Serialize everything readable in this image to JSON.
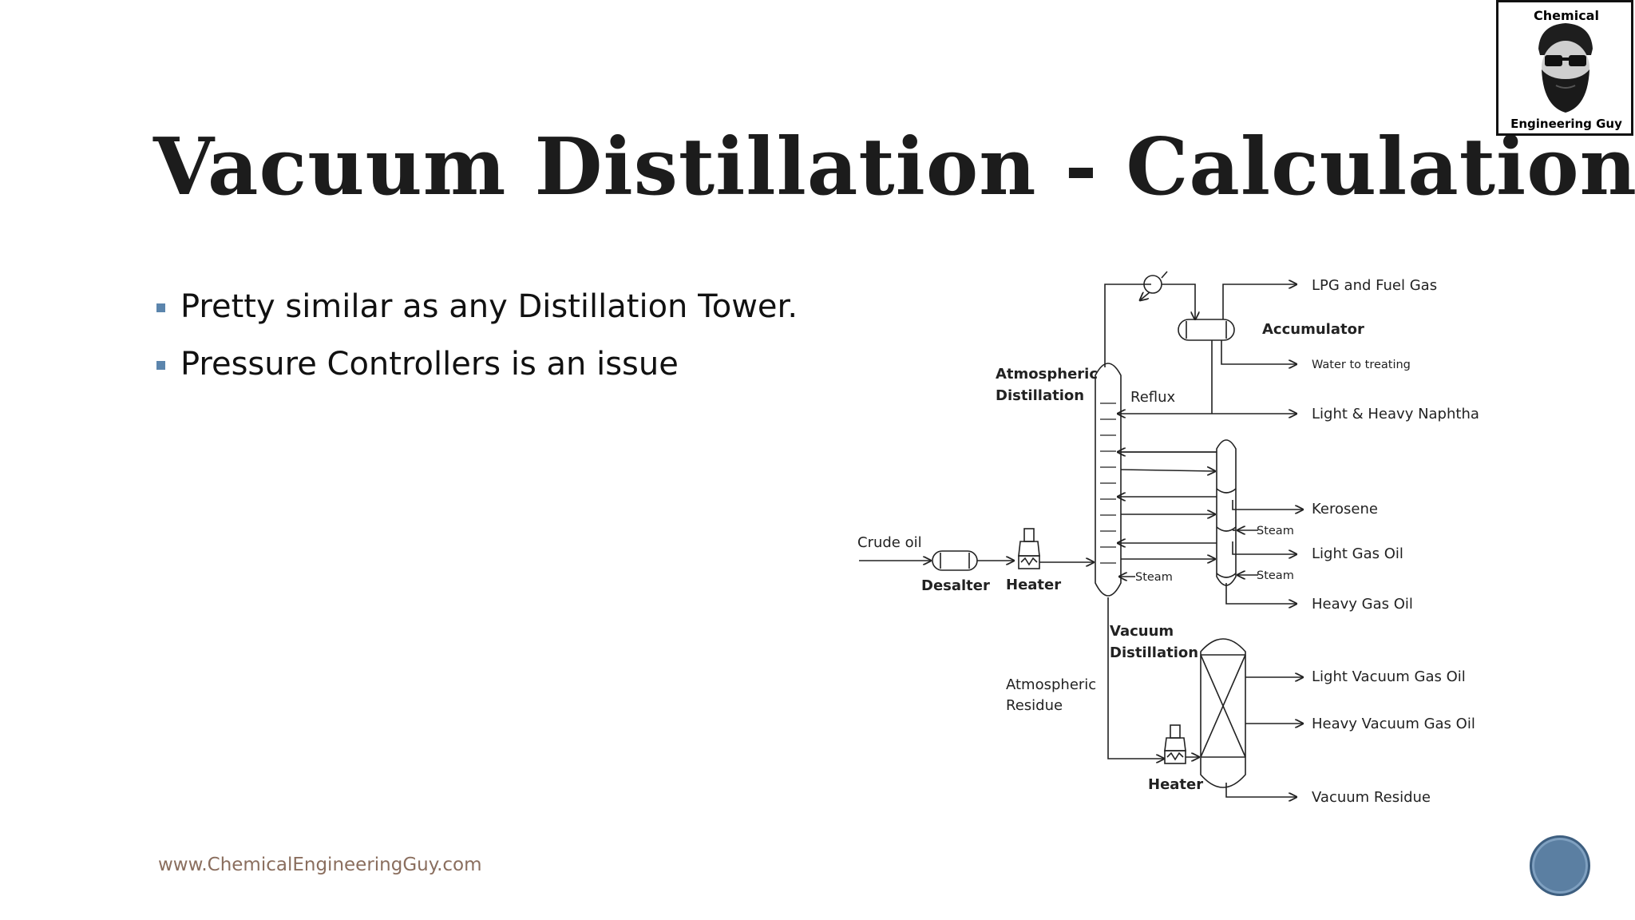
{
  "slide": {
    "title": "Vacuum Distillation - Calculations",
    "bullets": [
      "Pretty similar as any Distillation Tower.",
      "Pressure Controllers is an issue"
    ],
    "footer": "www.ChemicalEngineeringGuy.com",
    "logo": {
      "top": "Chemical",
      "bottom": "Engineering Guy"
    },
    "accent_color": "#5b85ad"
  },
  "diagram": {
    "units": {
      "atmospheric": [
        "Atmospheric",
        "Distillation"
      ],
      "vacuum": [
        "Vacuum",
        "Distillation"
      ],
      "accumulator": "Accumulator",
      "desalter": "Desalter",
      "heater1": "Heater",
      "heater2": "Heater"
    },
    "feed": "Crude oil",
    "reflux": "Reflux",
    "atm_residue": [
      "Atmospheric",
      "Residue"
    ],
    "steam": "Steam",
    "products": {
      "lpg": "LPG and Fuel Gas",
      "water": "Water to treating",
      "naphtha": "Light & Heavy Naphtha",
      "kerosene": "Kerosene",
      "lgo": "Light Gas Oil",
      "hgo": "Heavy Gas Oil",
      "lvgo": "Light Vacuum Gas Oil",
      "hvgo": "Heavy Vacuum Gas Oil",
      "vr": "Vacuum Residue"
    }
  }
}
